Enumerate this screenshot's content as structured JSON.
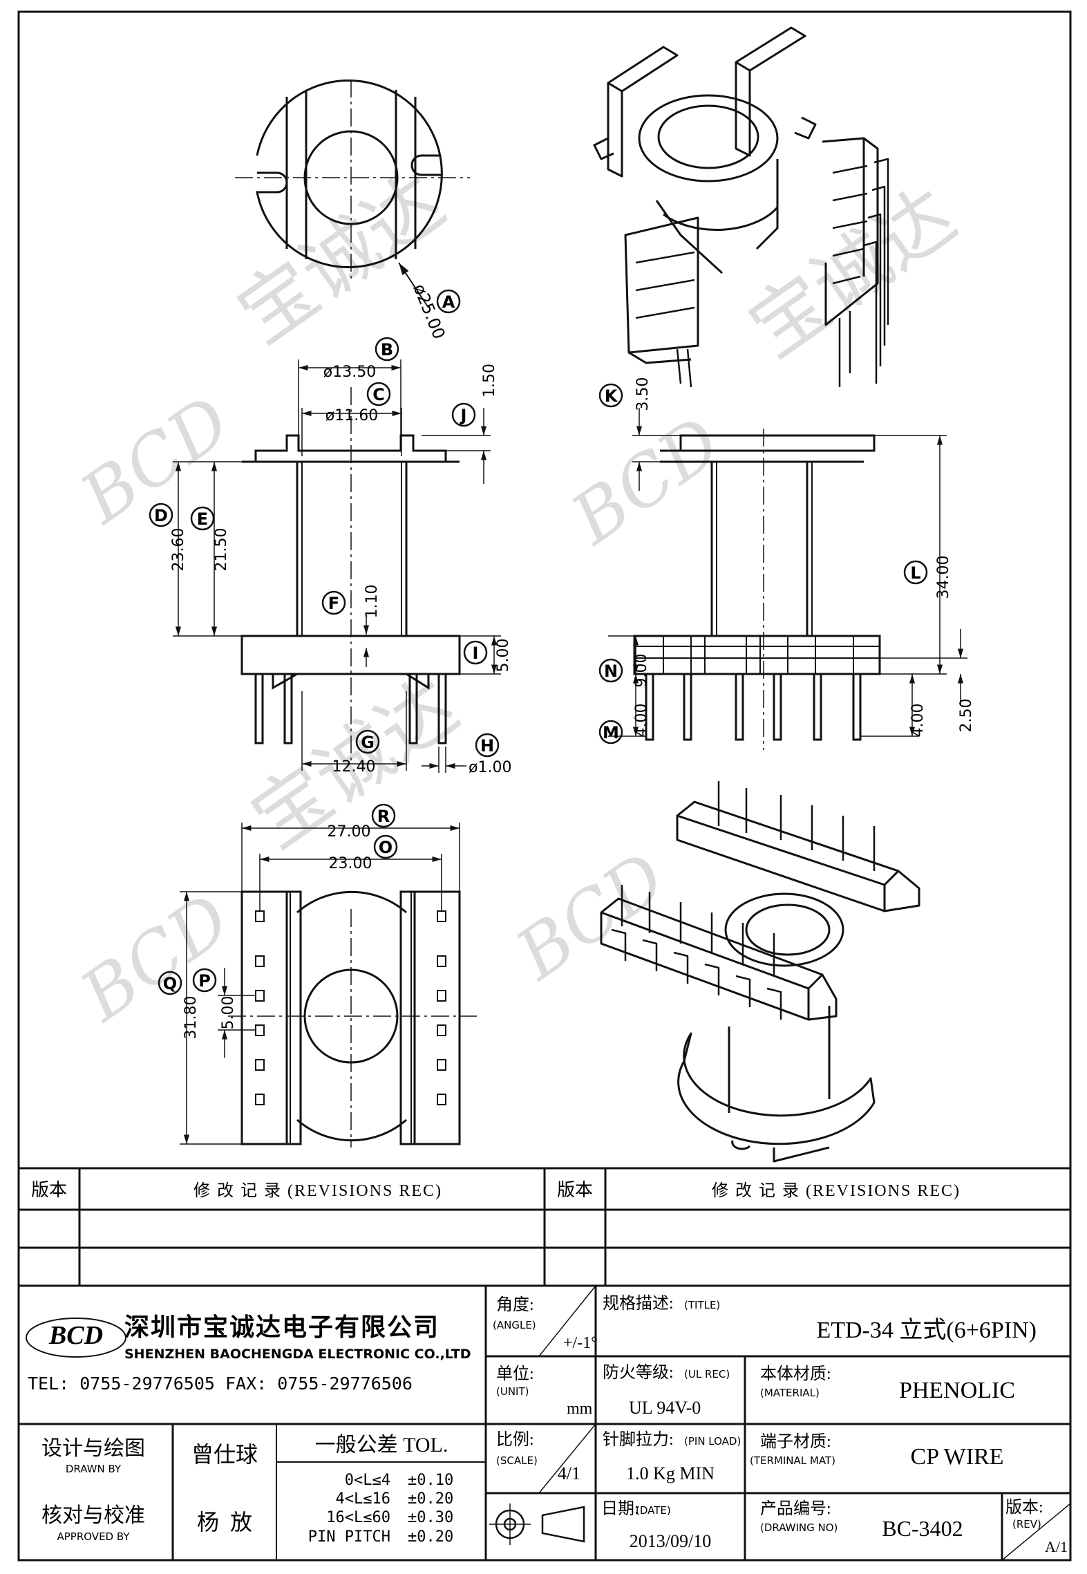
{
  "watermark": {
    "logo": "BCD",
    "chars": "宝诚达"
  },
  "dimensions": [
    {
      "letter": "A",
      "value": "ø25.00"
    },
    {
      "letter": "B",
      "value": "ø13.50"
    },
    {
      "letter": "C",
      "value": "ø11.60"
    },
    {
      "letter": "J",
      "value": "1.50"
    },
    {
      "letter": "D",
      "value": "23.60"
    },
    {
      "letter": "E",
      "value": "21.50"
    },
    {
      "letter": "F",
      "value": "1.10"
    },
    {
      "letter": "I",
      "value": "5.00"
    },
    {
      "letter": "G",
      "value": "12.40"
    },
    {
      "letter": "H",
      "value": "ø1.00"
    },
    {
      "letter": "K",
      "value": "3.50"
    },
    {
      "letter": "L",
      "value": "34.00"
    },
    {
      "letter": "N",
      "value": "9.00"
    },
    {
      "letter": "M",
      "value": "4.00"
    },
    {
      "letter": "",
      "value": "4.00"
    },
    {
      "letter": "",
      "value": "2.50"
    },
    {
      "letter": "R",
      "value": "27.00"
    },
    {
      "letter": "O",
      "value": "23.00"
    },
    {
      "letter": "Q",
      "value": "31.80"
    },
    {
      "letter": "P",
      "value": "5.00"
    }
  ],
  "revisions": {
    "version_label": "版本",
    "record_label": "修 改 记 录  (REVISIONS REC)"
  },
  "company": {
    "logo": "BCD",
    "name_cn": "深圳市宝诚达电子有限公司",
    "name_en": "SHENZHEN BAOCHENGDA ELECTRONIC CO.,LTD",
    "tel_fax": "TEL: 0755-29776505  FAX: 0755-29776506"
  },
  "angle": {
    "label": "角度:",
    "sub": "(ANGLE)",
    "value": "+/-1°"
  },
  "unit": {
    "label": "单位:",
    "sub": "(UNIT)",
    "value": "mm"
  },
  "scale": {
    "label": "比例:",
    "sub": "(SCALE)",
    "value": "4/1"
  },
  "title_block": {
    "label": "规格描述:",
    "sub": "(TITLE)",
    "value": "ETD-34 立式(6+6PIN)"
  },
  "ul_rec": {
    "label": "防火等级:",
    "sub": "(UL REC)",
    "value": "UL 94V-0"
  },
  "material": {
    "label": "本体材质:",
    "sub": "(MATERIAL)",
    "value": "PHENOLIC"
  },
  "pin_load": {
    "label": "针脚拉力:",
    "sub": "(PIN LOAD)",
    "value": "1.0 Kg MIN"
  },
  "terminal": {
    "label": "端子材质:",
    "sub": "(TERMINAL MAT)",
    "value": "CP WIRE"
  },
  "date": {
    "label": "日期:",
    "sub": "(DATE)",
    "value": "2013/09/10"
  },
  "drawing_no": {
    "label": "产品编号:",
    "sub": "(DRAWING NO)",
    "value": "BC-3402"
  },
  "rev": {
    "label": "版本:",
    "sub": "(REV)",
    "value": "A/1"
  },
  "drawn": {
    "label": "设计与绘图",
    "sub": "DRAWN BY",
    "name": "曾仕球"
  },
  "approved": {
    "label": "核对与校准",
    "sub": "APPROVED BY",
    "name": "杨  放"
  },
  "tolerance": {
    "header": "一般公差 TOL.",
    "rows": [
      {
        "range": "0<L≤4",
        "value": "±0.10"
      },
      {
        "range": "4<L≤16",
        "value": "±0.20"
      },
      {
        "range": "16<L≤60",
        "value": "±0.30"
      },
      {
        "range": "PIN PITCH",
        "value": "±0.20"
      }
    ]
  }
}
